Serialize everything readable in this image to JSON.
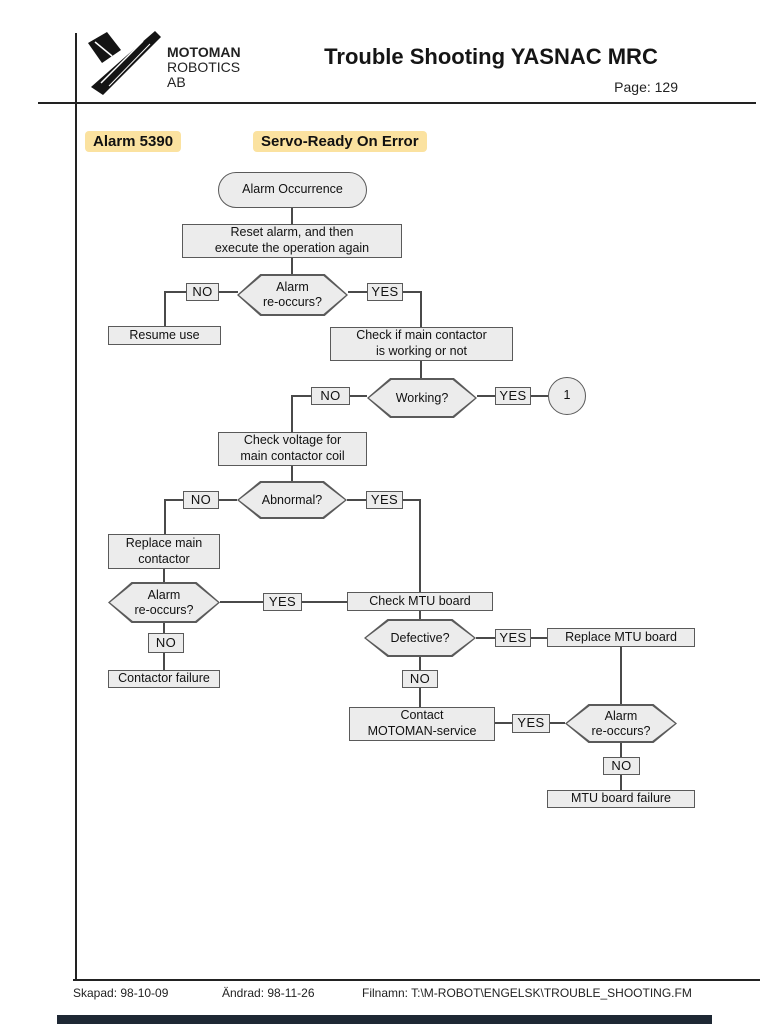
{
  "header": {
    "company_line1": "MOTOMAN",
    "company_line2": "ROBOTICS",
    "company_line3": "AB",
    "title": "Trouble Shooting YASNAC MRC",
    "page_label": "Page: 129"
  },
  "alarm_header": {
    "code": "Alarm 5390",
    "title": "Servo-Ready On Error",
    "highlight_color": "#fbe2a0"
  },
  "flowchart": {
    "labels": {
      "no": "NO",
      "yes": "YES"
    },
    "start": "Alarm Occurrence",
    "reset": "Reset alarm, and then\nexecute the operation again",
    "q_reoccurs_1": "Alarm\nre-occurs?",
    "resume": "Resume use",
    "check_contactor": "Check if main contactor\nis working or not",
    "q_working": "Working?",
    "connector_1": "1",
    "check_voltage": "Check voltage for\nmain contactor coil",
    "q_abnormal": "Abnormal?",
    "replace_contactor": "Replace main\ncontactor",
    "q_reoccurs_2": "Alarm\nre-occurs?",
    "check_mtu": "Check MTU board",
    "contactor_failure": "Contactor failure",
    "q_defective": "Defective?",
    "replace_mtu": "Replace MTU board",
    "contact_service": "Contact\nMOTOMAN-service",
    "q_reoccurs_3": "Alarm\nre-occurs?",
    "mtu_failure": "MTU board failure"
  },
  "footer": {
    "created": "Skapad: 98-10-09",
    "modified": "Ändrad: 98-11-26",
    "filename": "Filnamn: T:\\M-ROBOT\\ENGELSK\\TROUBLE_SHOOTING.FM"
  },
  "colors": {
    "node_fill": "#ececec",
    "node_border": "#5a5a5a",
    "highlight": "#fbe2a0",
    "viewer_bar": "#1e2834"
  }
}
